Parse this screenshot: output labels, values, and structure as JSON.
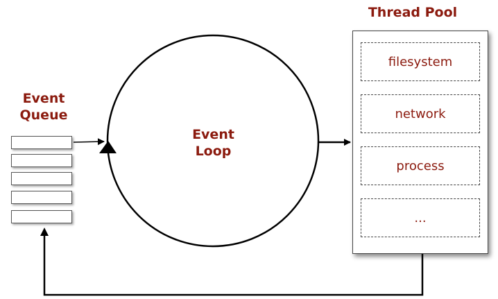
{
  "labels": {
    "event_queue_line1": "Event",
    "event_queue_line2": "Queue",
    "event_loop_line1": "Event",
    "event_loop_line2": "Loop",
    "thread_pool": "Thread Pool"
  },
  "queue": {
    "slot_count": 5
  },
  "thread_pool": {
    "workers": [
      "filesystem",
      "network",
      "process",
      "..."
    ]
  },
  "colors": {
    "label": "#8b1a0e",
    "stroke": "#000000"
  }
}
